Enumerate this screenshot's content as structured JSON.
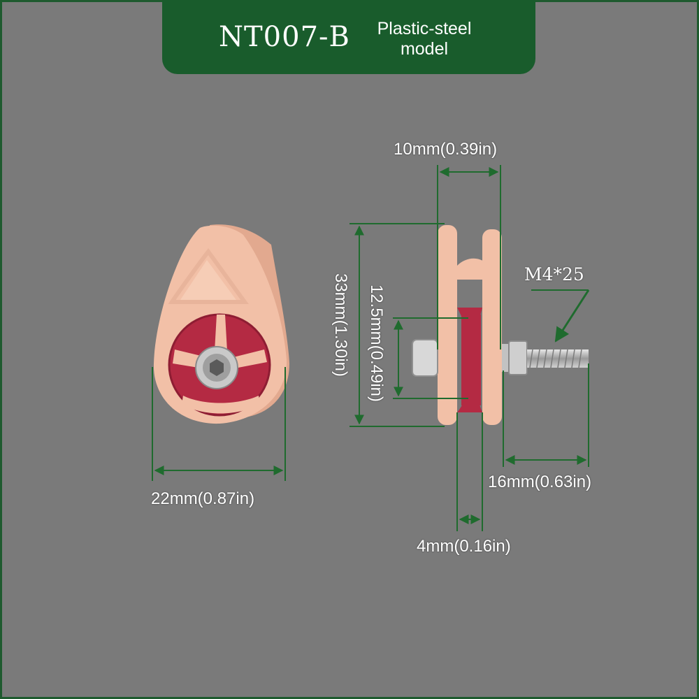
{
  "banner": {
    "model_code": "NT007-B",
    "model_type": "Plastic-steel model"
  },
  "dimensions": {
    "width_front": "22mm(0.87in)",
    "width_side_top": "10mm(0.39in)",
    "height_total": "33mm(1.30in)",
    "height_groove": "12.5mm(0.49in)",
    "bolt_length": "16mm(0.63in)",
    "groove_width": "4mm(0.16in)",
    "bolt_spec": "M4*25"
  },
  "colors": {
    "background": "#7a7a7a",
    "banner": "#195c2c",
    "body_plastic": "#f2c0a7",
    "wheel": "#b42a43",
    "dimension_line": "#1f6b2e"
  }
}
